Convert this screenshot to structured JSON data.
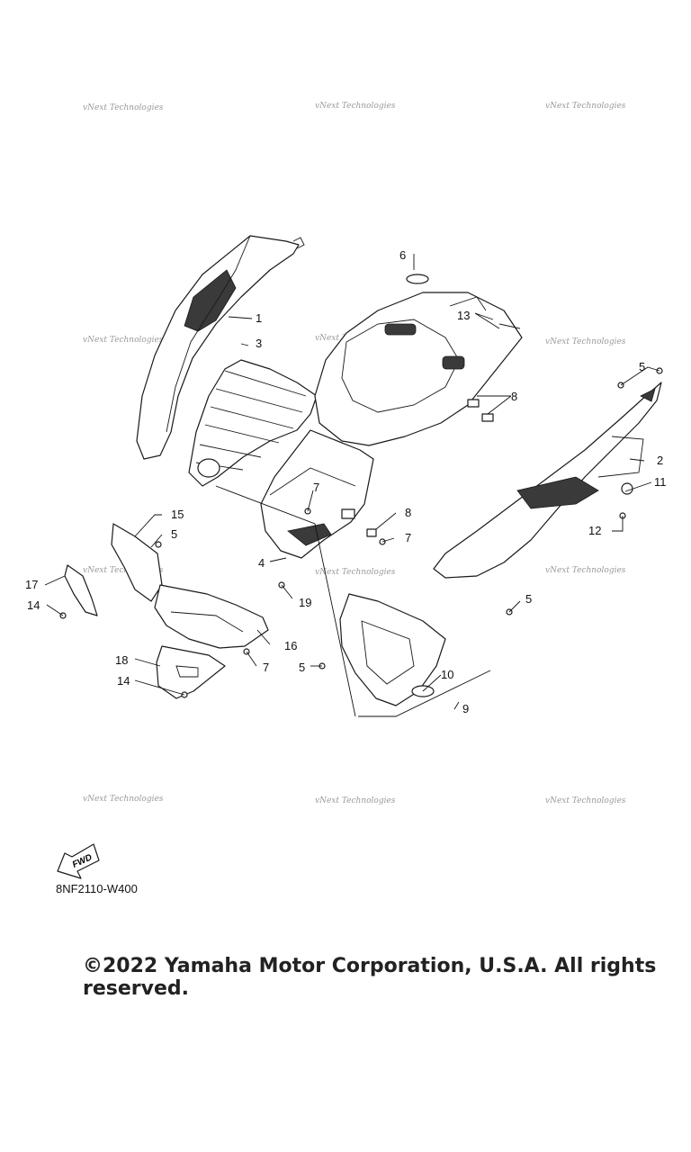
{
  "watermark": "vNext Technologies",
  "callouts": {
    "c1": "1",
    "c2": "2",
    "c3": "3",
    "c4": "4",
    "c5": "5",
    "c6": "6",
    "c7": "7",
    "c8": "8",
    "c9": "9",
    "c10": "10",
    "c11": "11",
    "c12": "12",
    "c13": "13",
    "c14": "14",
    "c15": "15",
    "c16": "16",
    "c17": "17",
    "c18": "18",
    "c19": "19"
  },
  "fwd_label": "FWD",
  "figure_code": "8NF2110-W400",
  "copyright": "©2022 Yamaha Motor Corporation, U.S.A. All rights reserved."
}
